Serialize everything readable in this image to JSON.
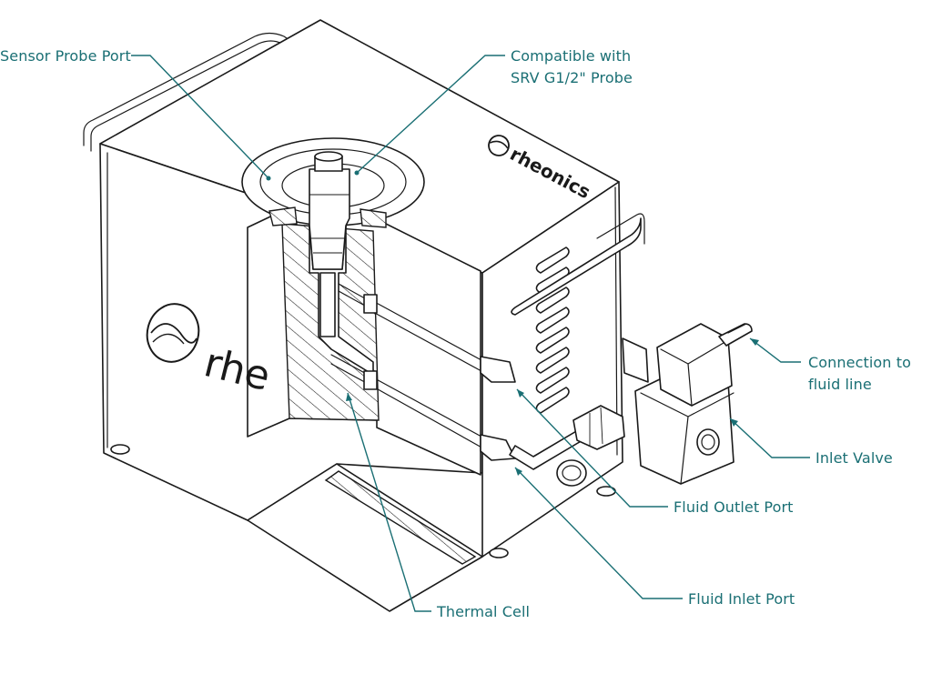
{
  "labels": {
    "sensor_probe_port": "Sensor Probe Port",
    "compatible_line1": "Compatible with",
    "compatible_line2": "SRV G1/2\" Probe",
    "connection_line1": "Connection to",
    "connection_line2": "fluid line",
    "inlet_valve": "Inlet Valve",
    "fluid_outlet_port": "Fluid Outlet Port",
    "fluid_inlet_port": "Fluid Inlet Port",
    "thermal_cell": "Thermal Cell"
  },
  "branding": {
    "top_logo_text": "rheonics",
    "side_logo_text": "rhe"
  },
  "colors": {
    "callout": "#1a6f74",
    "line_art": "#1a1a1a",
    "background": "#ffffff"
  }
}
